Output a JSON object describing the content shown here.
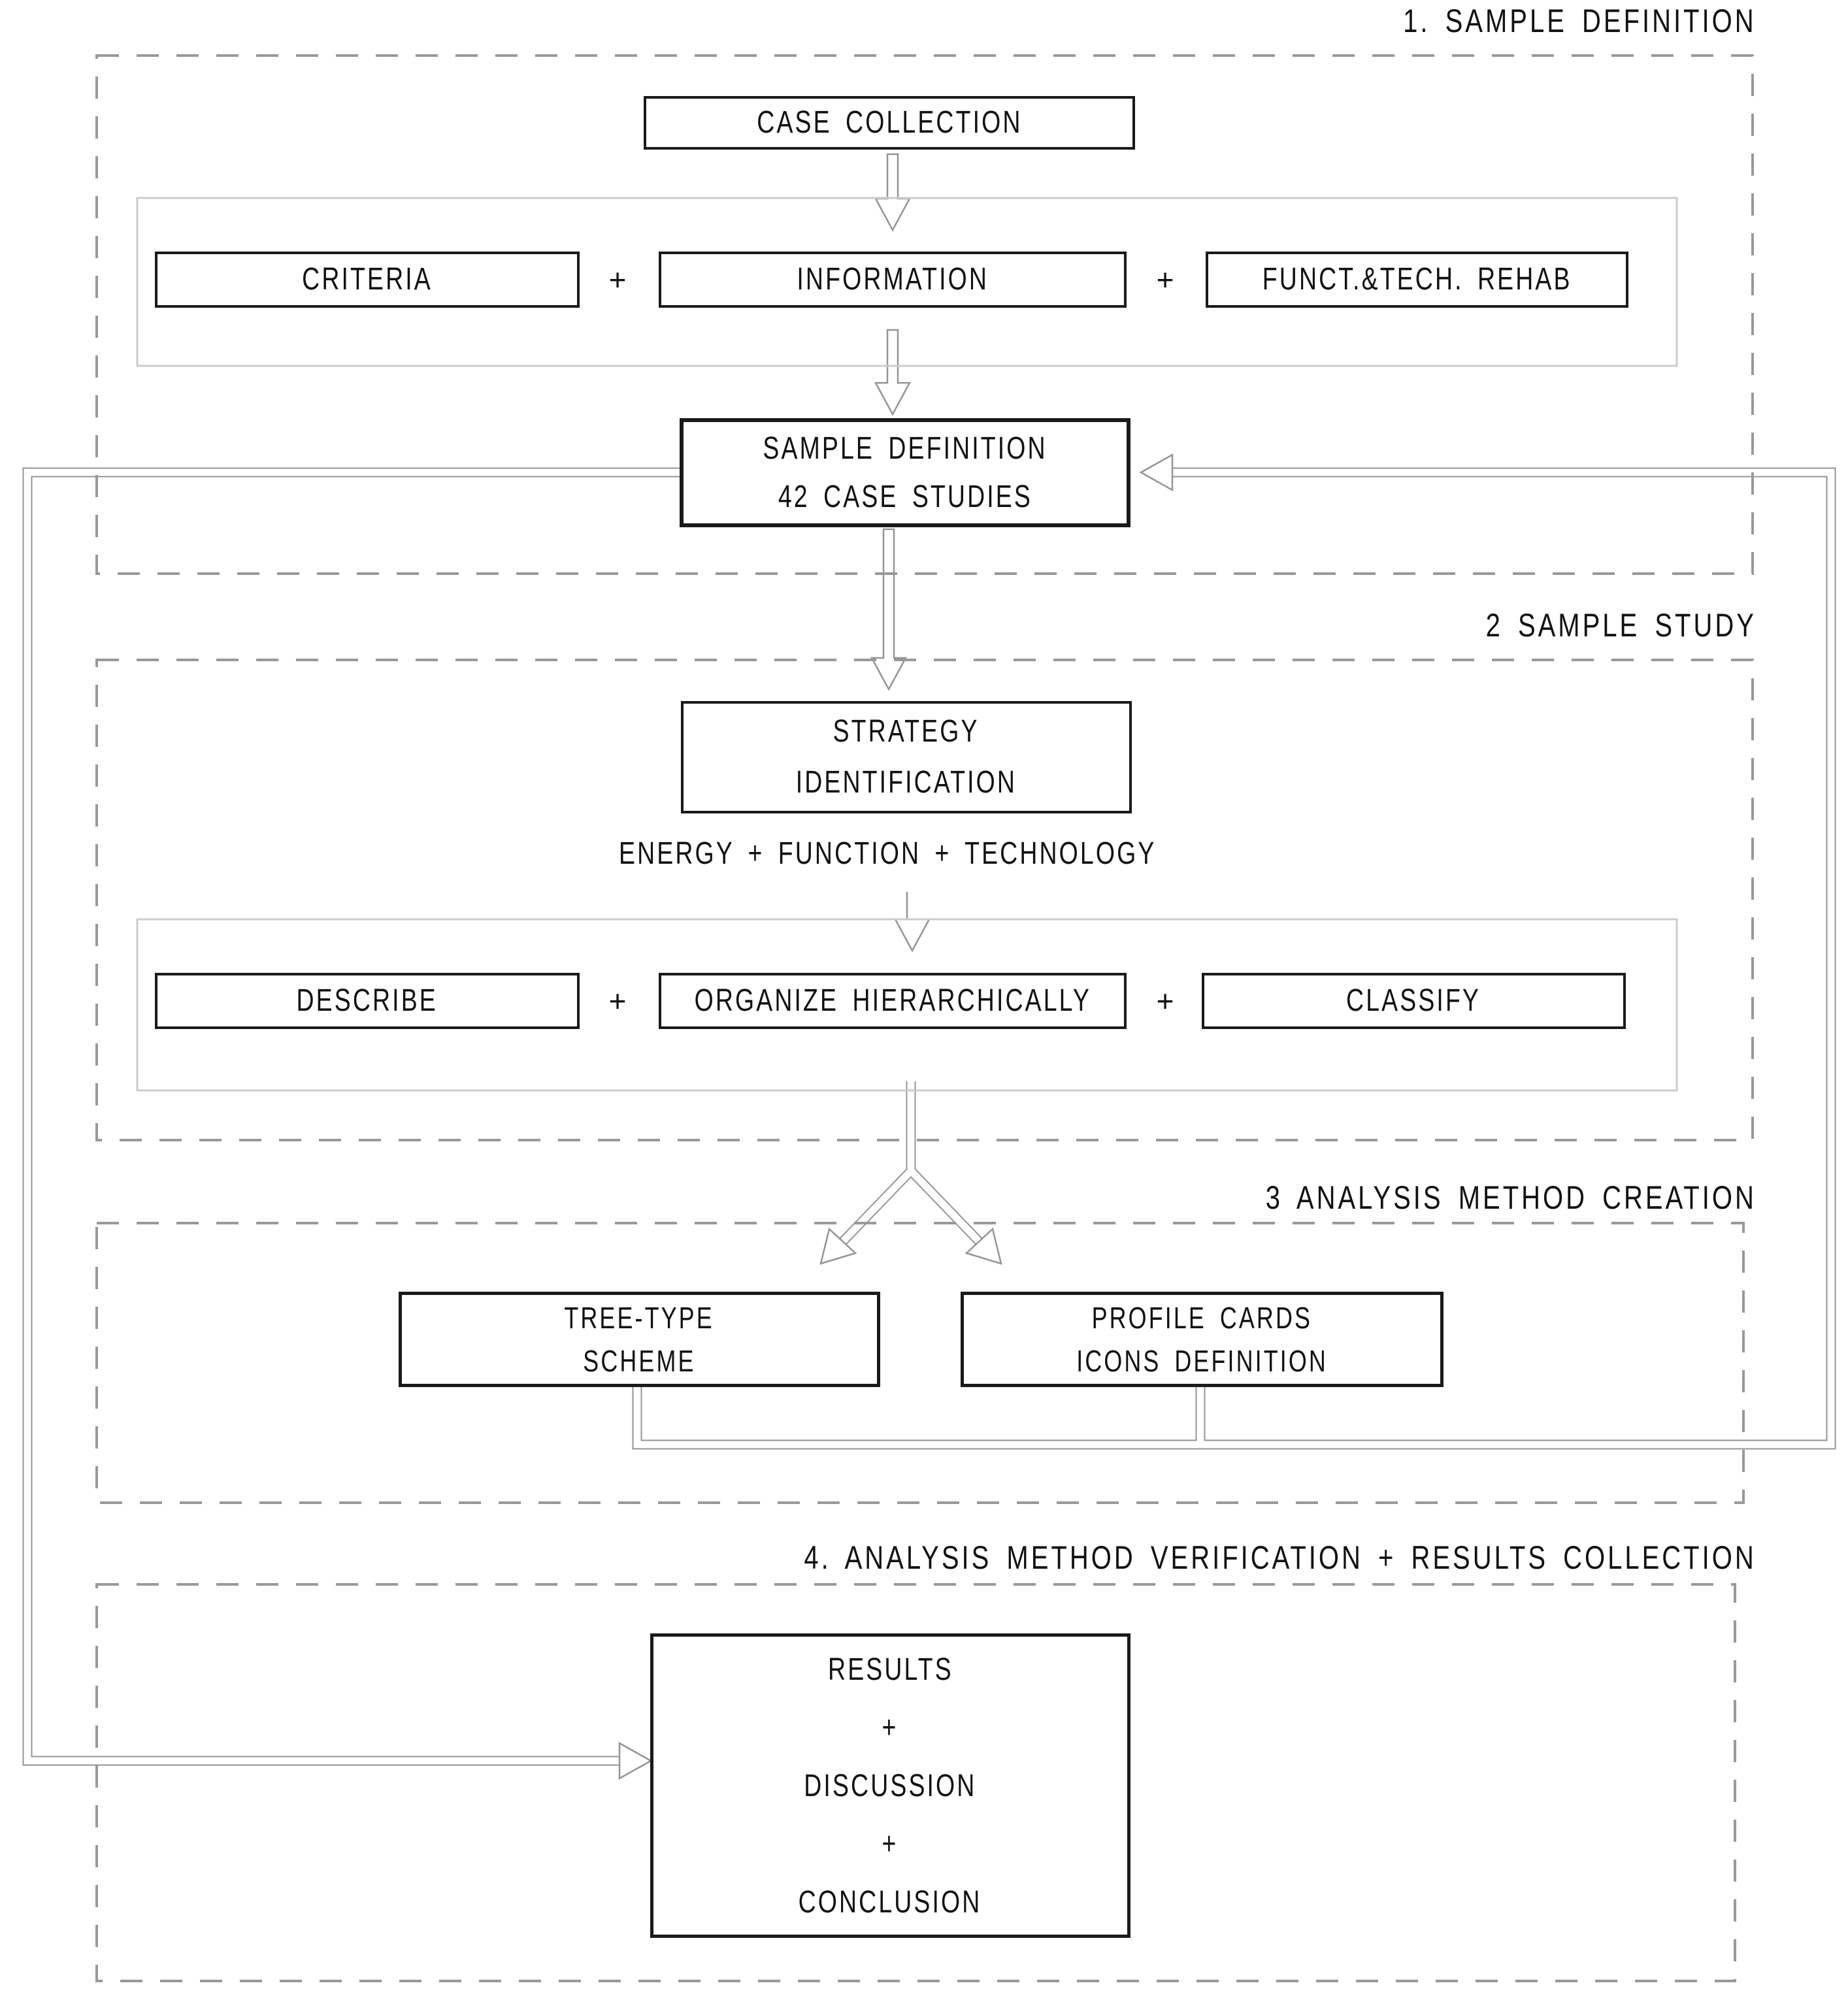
{
  "sections": [
    {
      "label": "1. SAMPLE DEFINITION"
    },
    {
      "label": "2 SAMPLE STUDY"
    },
    {
      "label": "3 ANALYSIS METHOD CREATION"
    },
    {
      "label": "4. ANALYSIS METHOD VERIFICATION + RESULTS COLLECTION"
    }
  ],
  "nodes": {
    "case_collection": {
      "label": "CASE COLLECTION"
    },
    "criteria": {
      "label": "CRITERIA"
    },
    "information": {
      "label": "INFORMATION"
    },
    "funct_tech_rehab": {
      "label": "FUNCT.&TECH. REHAB"
    },
    "sample_definition": {
      "line1": "SAMPLE DEFINITION",
      "line2": "42 CASE STUDIES"
    },
    "strategy_identification": {
      "line1": "STRATEGY",
      "line2": "IDENTIFICATION"
    },
    "energy_function_technology": {
      "label": "ENERGY + FUNCTION + TECHNOLOGY"
    },
    "describe": {
      "label": "DESCRIBE"
    },
    "organize_hierarchically": {
      "label": "ORGANIZE HIERARCHICALLY"
    },
    "classify": {
      "label": "CLASSIFY"
    },
    "tree_type_scheme": {
      "line1": "TREE-TYPE",
      "line2": "SCHEME"
    },
    "profile_cards": {
      "line1": "PROFILE CARDS",
      "line2": "ICONS DEFINITION"
    },
    "results": {
      "lines": [
        "RESULTS",
        "+",
        "DISCUSSION",
        "+",
        "CONCLUSION"
      ]
    }
  },
  "operators": {
    "plus": "+"
  },
  "colors": {
    "box_border": "#1a1a1a",
    "section_dash": "#999999",
    "container_border": "#cccccc",
    "connector": "#949494",
    "text": "#111111",
    "background": "#ffffff"
  }
}
